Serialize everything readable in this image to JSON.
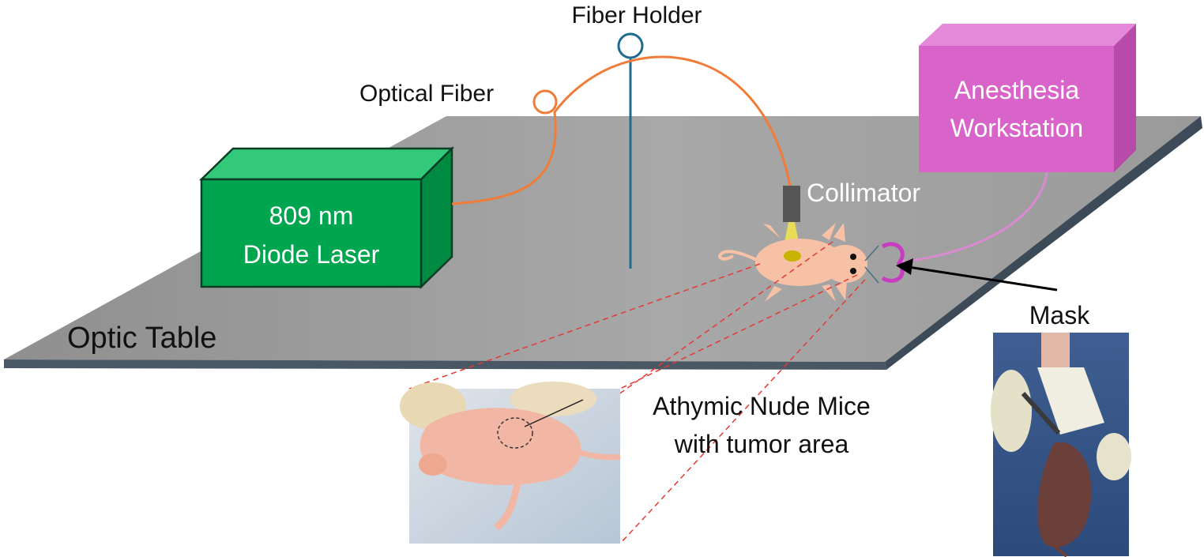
{
  "labels": {
    "fiber_holder": "Fiber Holder",
    "optical_fiber": "Optical Fiber",
    "collimator": "Collimator",
    "optic_table": "Optic Table",
    "mask": "Mask",
    "mice_line1": "Athymic Nude Mice",
    "mice_line2": "with tumor area"
  },
  "laser": {
    "line1": "809 nm",
    "line2": "Diode Laser"
  },
  "anesthesia": {
    "line1": "Anesthesia",
    "line2": "Workstation"
  },
  "colors": {
    "laser_front": "#00a54f",
    "laser_top": "#33c97a",
    "laser_side": "#008a42",
    "anesthesia_front": "#d864c9",
    "anesthesia_top": "#e48ad8",
    "anesthesia_side": "#b84aaa",
    "fiber": "#f07c3a",
    "holder": "#1f6b8f",
    "table_top": "#a5a5a5",
    "table_edge": "#4a5866",
    "mouse": "#f7c1a6",
    "mask": "#c83cc0",
    "leader_line": "#e53935"
  },
  "icons": {
    "mouse": "mouse-icon",
    "collimator": "collimator-icon",
    "mask": "mask-icon"
  }
}
